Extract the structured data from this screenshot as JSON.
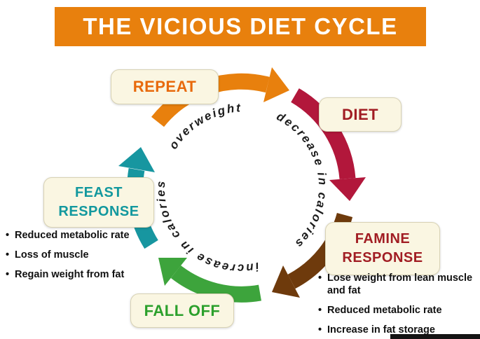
{
  "banner": {
    "title": "THE VICIOUS DIET CYCLE"
  },
  "colors": {
    "banner_bg": "#E8800D",
    "arrow_orange": "#E8800D",
    "arrow_crimson": "#B2173B",
    "arrow_brown": "#6E3A0C",
    "arrow_green": "#3DA43C",
    "arrow_teal": "#1796A0",
    "curved_text": "#1C1C1C",
    "box_bg": "#FAF6E2",
    "repeat_text": "#E8690B",
    "diet_text": "#A11D23",
    "famine_text": "#A11D23",
    "fall_off_text": "#2CA02C",
    "feast_text": "#12989E"
  },
  "stages": {
    "repeat": {
      "label": "REPEAT"
    },
    "diet": {
      "label": "DIET"
    },
    "famine": {
      "label": "FAMINE RESPONSE"
    },
    "fall_off": {
      "label": "FALL OFF"
    },
    "feast": {
      "label": "FEAST RESPONSE"
    }
  },
  "curved_labels": {
    "top": "overweight",
    "right": "decrease in calories",
    "bottom_left": "increase in calories"
  },
  "feast_effects": [
    "Reduced metabolic rate",
    "Loss of muscle",
    "Regain weight from fat"
  ],
  "famine_effects": [
    "Lose weight from lean muscle and fat",
    "Reduced metabolic rate",
    "Increase in fat storage"
  ]
}
